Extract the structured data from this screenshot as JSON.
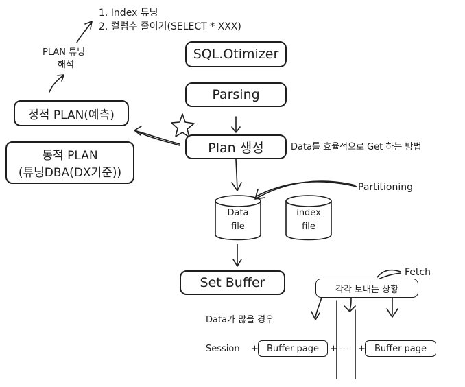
{
  "top_notes": {
    "line1": "1. Index 튜닝",
    "line2": "2. 컬럼수 줄이기(SELECT * XXX)"
  },
  "plan_tuning": {
    "line1": "PLAN 튜닝",
    "line2": "해석"
  },
  "static_plan": "정적 PLAN(예측)",
  "dynamic_plan": {
    "line1": "동적 PLAN",
    "line2": "(튜닝DBA(DX기준))"
  },
  "flow": {
    "optimizer": "SQL.Otimizer",
    "parsing": "Parsing",
    "plan_create": "Plan 생성",
    "set_buffer": "Set Buffer"
  },
  "plan_desc": "Data를 효율적으로 Get 하는 방법",
  "partitioning": "Partitioning",
  "data_file": {
    "line1": "Data",
    "line2": "file"
  },
  "index_file": {
    "line1": "index",
    "line2": "file"
  },
  "fetch": "Fetch",
  "fetch_box": "각각 보내는 상황",
  "many_data": "Data가 많을 경우",
  "session_row": {
    "session": "Session",
    "plus1": "+",
    "page1": "Buffer page",
    "plus2": "+",
    "dashes": "---",
    "plus3": "+",
    "page2": "Buffer page"
  },
  "colors": {
    "stroke": "#1e1e1e",
    "background": "#ffffff"
  },
  "icons": [
    "star-icon",
    "arrow-icon"
  ]
}
